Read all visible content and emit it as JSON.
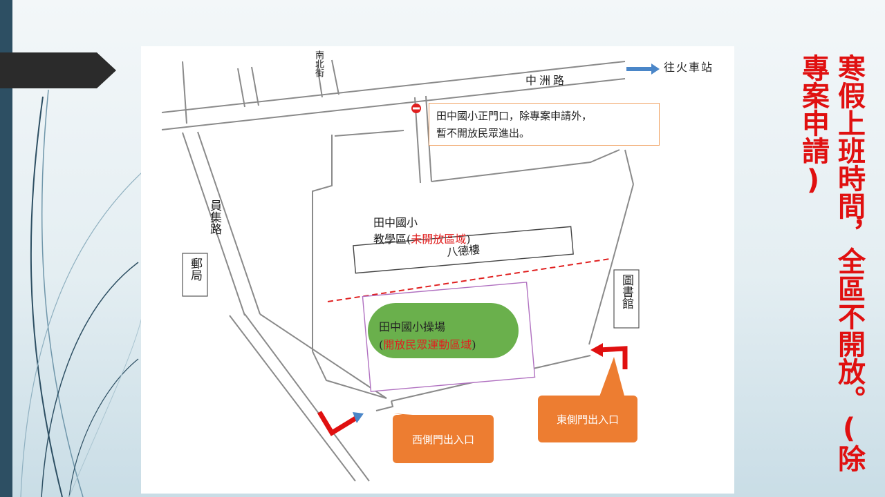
{
  "colors": {
    "accent_red": "#e02020",
    "field_green": "#6ab04c",
    "callout_orange": "#ed7d31",
    "arrow_blue": "#4a86c8",
    "sidebar": "#2d4f63"
  },
  "map": {
    "road_north_name": "南北街",
    "road_zhongzhou": "中洲路",
    "to_station": "往火車站",
    "road_yuanji": "員集路",
    "post_office": "郵局",
    "library": "圖書館",
    "notice": {
      "line1": "田中國小正門口，除專案申請外，",
      "line2": "暫不開放民眾進出。"
    },
    "school": {
      "line1": "田中國小",
      "line2_prefix": "教學區(",
      "line2_red": "未開放區域",
      "line2_suffix": ")"
    },
    "building": "八德樓",
    "field": {
      "line1": "田中國小操場",
      "line2_prefix": "(",
      "line2_red": "開放民眾運動區域",
      "line2_suffix": ")"
    },
    "west_gate": "西側門出入口",
    "east_gate": "東側門出入口"
  },
  "title": "寒假上班時間，全區不開放。(除專案申請)"
}
